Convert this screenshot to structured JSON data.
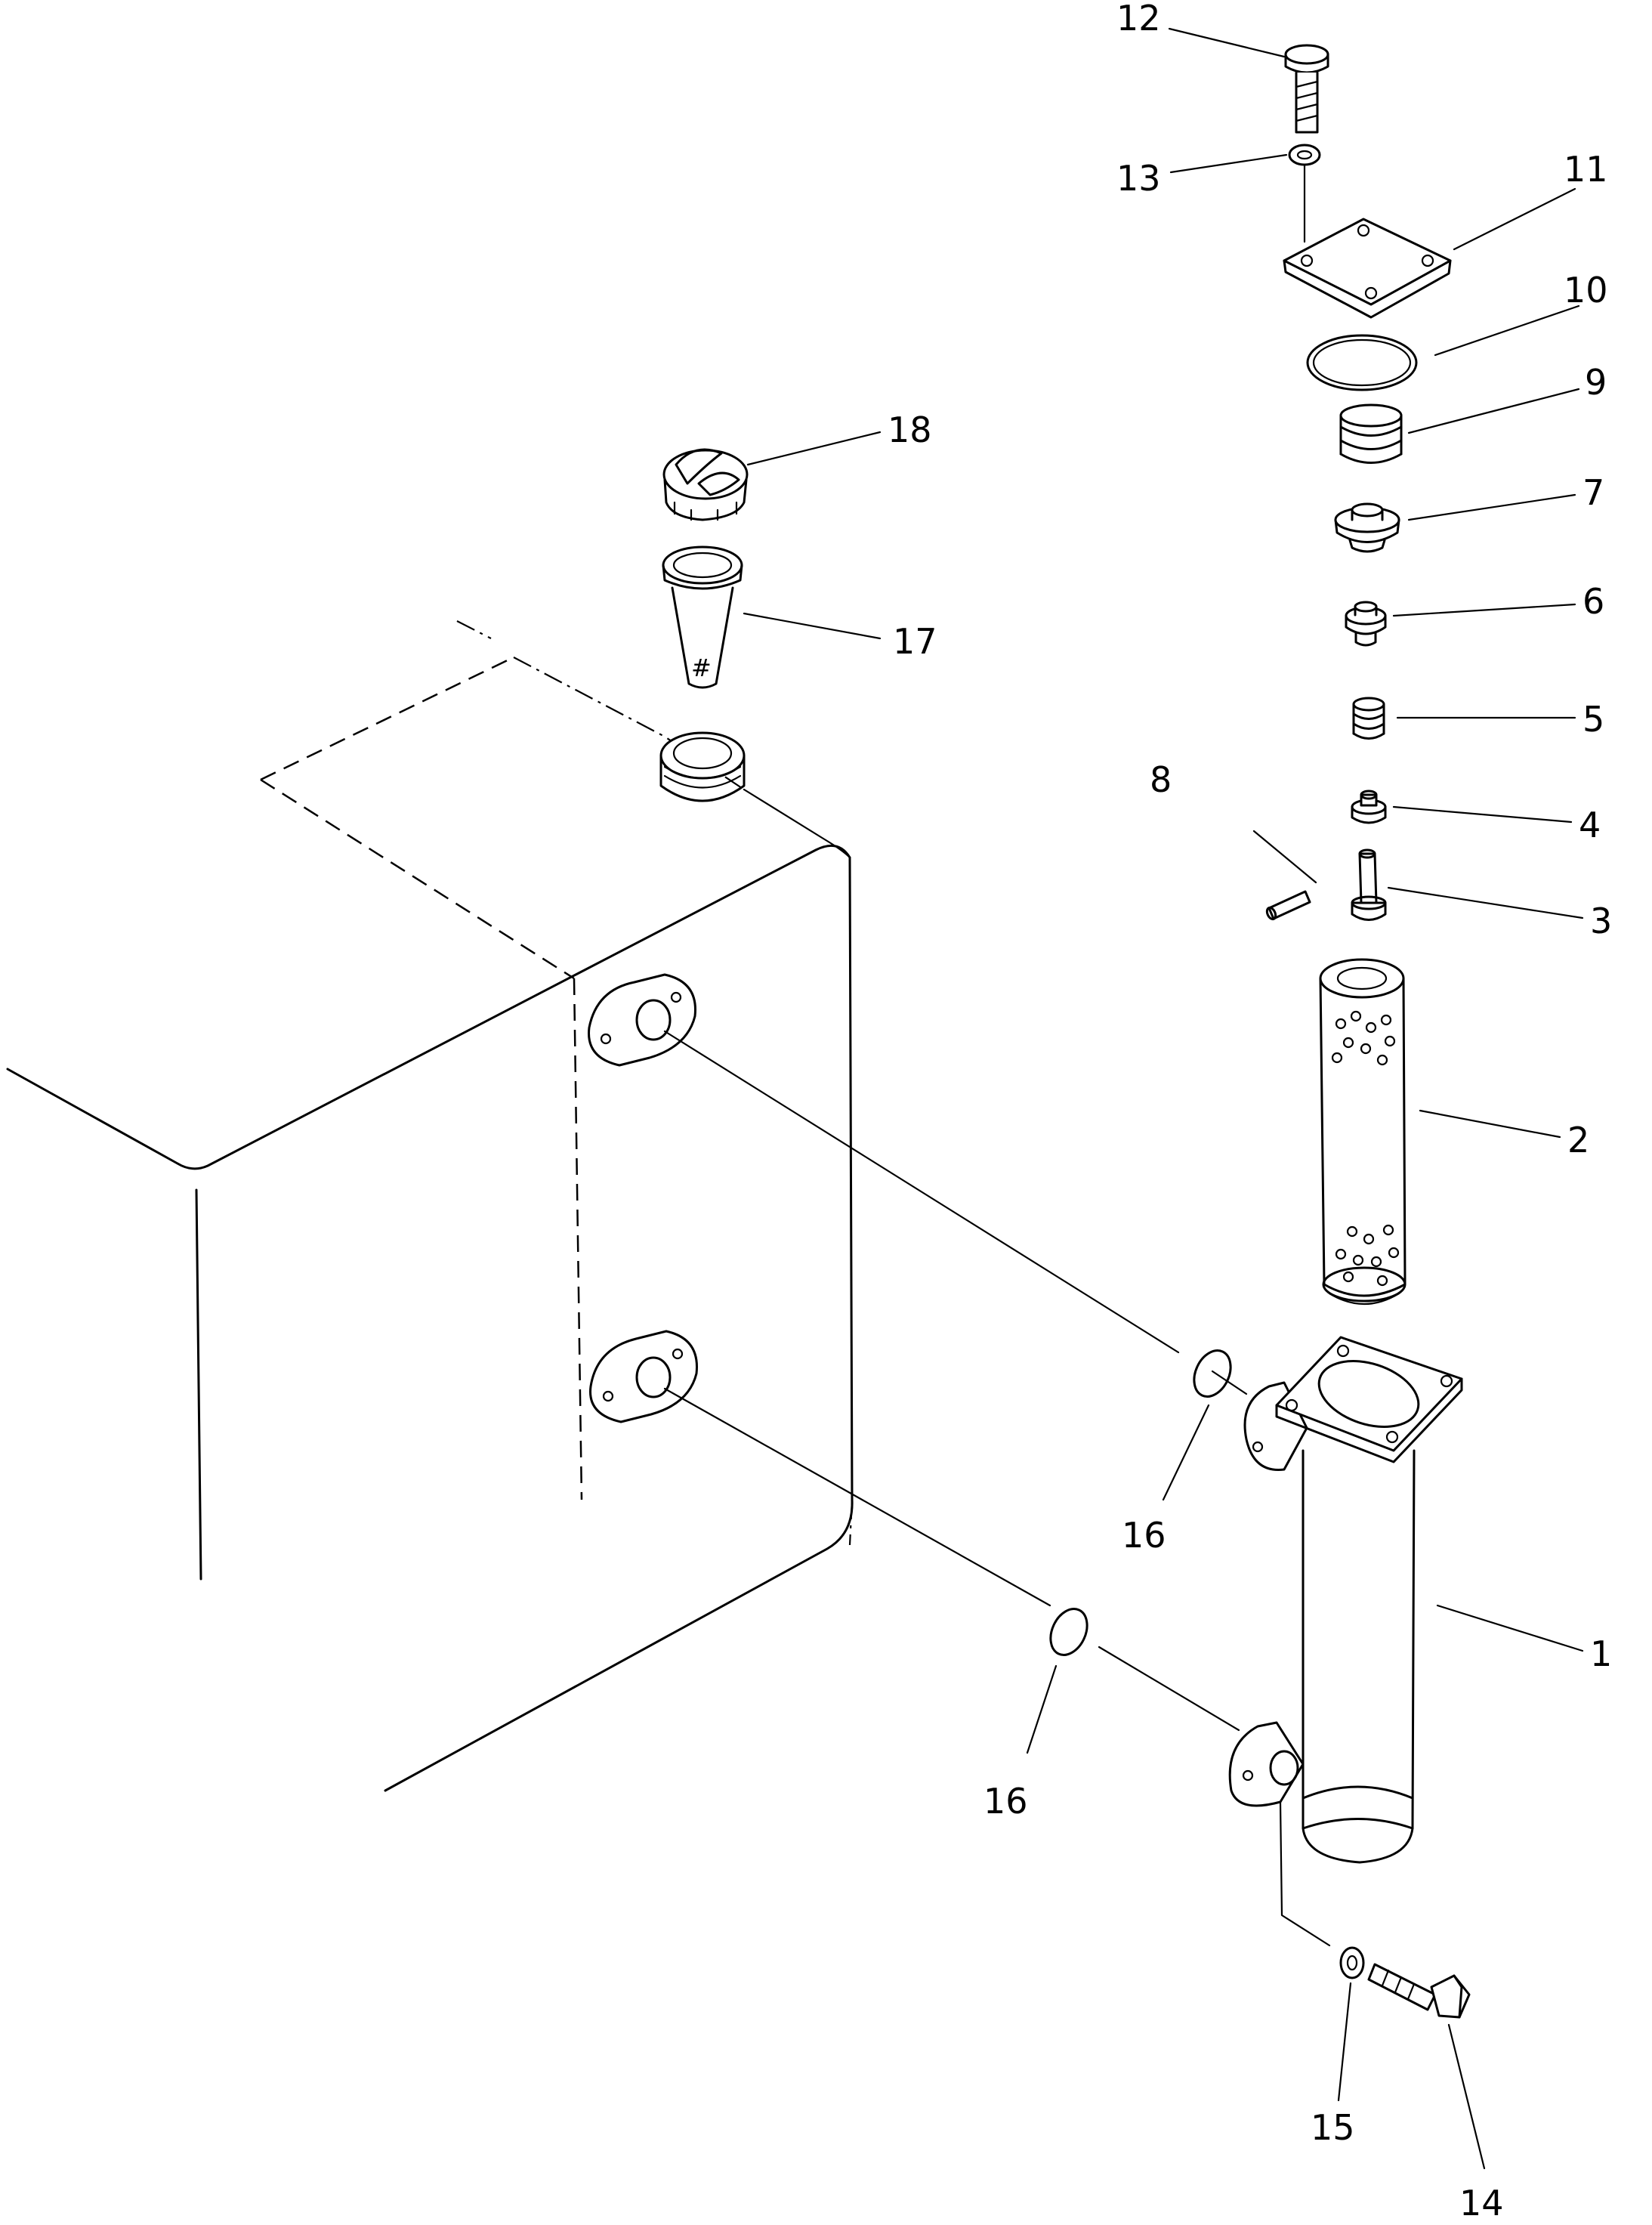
{
  "callouts": [
    {
      "id": "c1",
      "label": "1"
    },
    {
      "id": "c2",
      "label": "2"
    },
    {
      "id": "c3",
      "label": "3"
    },
    {
      "id": "c4",
      "label": "4"
    },
    {
      "id": "c5",
      "label": "5"
    },
    {
      "id": "c6",
      "label": "6"
    },
    {
      "id": "c7",
      "label": "7"
    },
    {
      "id": "c8",
      "label": "8"
    },
    {
      "id": "c9",
      "label": "9"
    },
    {
      "id": "c10",
      "label": "10"
    },
    {
      "id": "c11",
      "label": "11"
    },
    {
      "id": "c12",
      "label": "12"
    },
    {
      "id": "c13",
      "label": "13"
    },
    {
      "id": "c14",
      "label": "14"
    },
    {
      "id": "c15",
      "label": "15"
    },
    {
      "id": "c16a",
      "label": "16"
    },
    {
      "id": "c16b",
      "label": "16"
    },
    {
      "id": "c17",
      "label": "17"
    },
    {
      "id": "c18",
      "label": "18"
    }
  ],
  "markings": {
    "tube_mark": "#"
  }
}
